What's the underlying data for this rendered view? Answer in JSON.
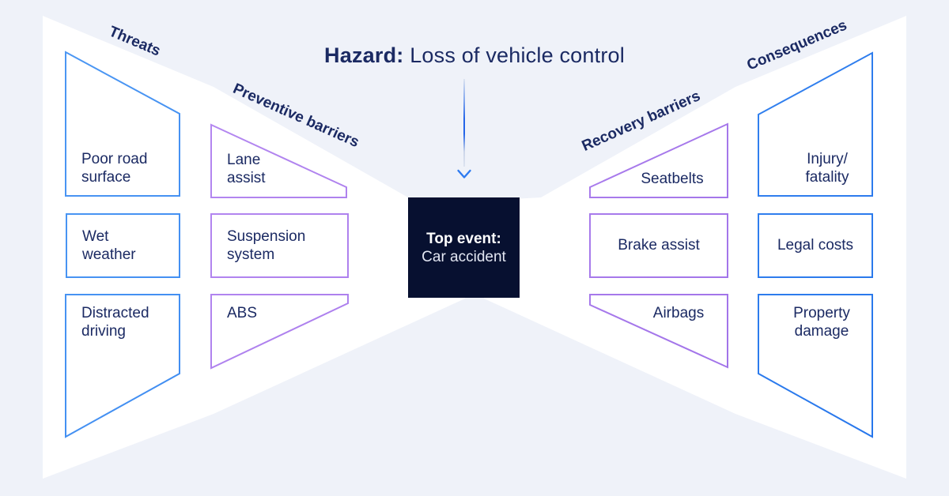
{
  "title": {
    "prefix": "Hazard:",
    "rest": "Loss of vehicle control"
  },
  "top_event": {
    "prefix": "Top event:",
    "name": "Car accident"
  },
  "groups": {
    "threats": {
      "label": "Threats",
      "items": [
        {
          "text": "Poor road\nsurface"
        },
        {
          "text": "Wet\nweather"
        },
        {
          "text": "Distracted\ndriving"
        }
      ]
    },
    "preventive_barriers": {
      "label": "Preventive barriers",
      "items": [
        {
          "text": "Lane\nassist"
        },
        {
          "text": "Suspension\nsystem"
        },
        {
          "text": "ABS"
        }
      ]
    },
    "recovery_barriers": {
      "label": "Recovery barriers",
      "items": [
        {
          "text": "Seatbelts"
        },
        {
          "text": "Brake assist"
        },
        {
          "text": "Airbags"
        }
      ]
    },
    "consequences": {
      "label": "Consequences",
      "items": [
        {
          "text": "Injury/\nfatality"
        },
        {
          "text": "Legal costs"
        },
        {
          "text": "Property\ndamage"
        }
      ]
    }
  },
  "colors": {
    "background": "#eff2f9",
    "panel_white": "#ffffff",
    "accent_blue": "#3287f2",
    "accent_purple": "#a97ded",
    "navy_text": "#1b2a63",
    "top_event_bg": "#071030",
    "arrow_blue": "#2e7bf0"
  }
}
